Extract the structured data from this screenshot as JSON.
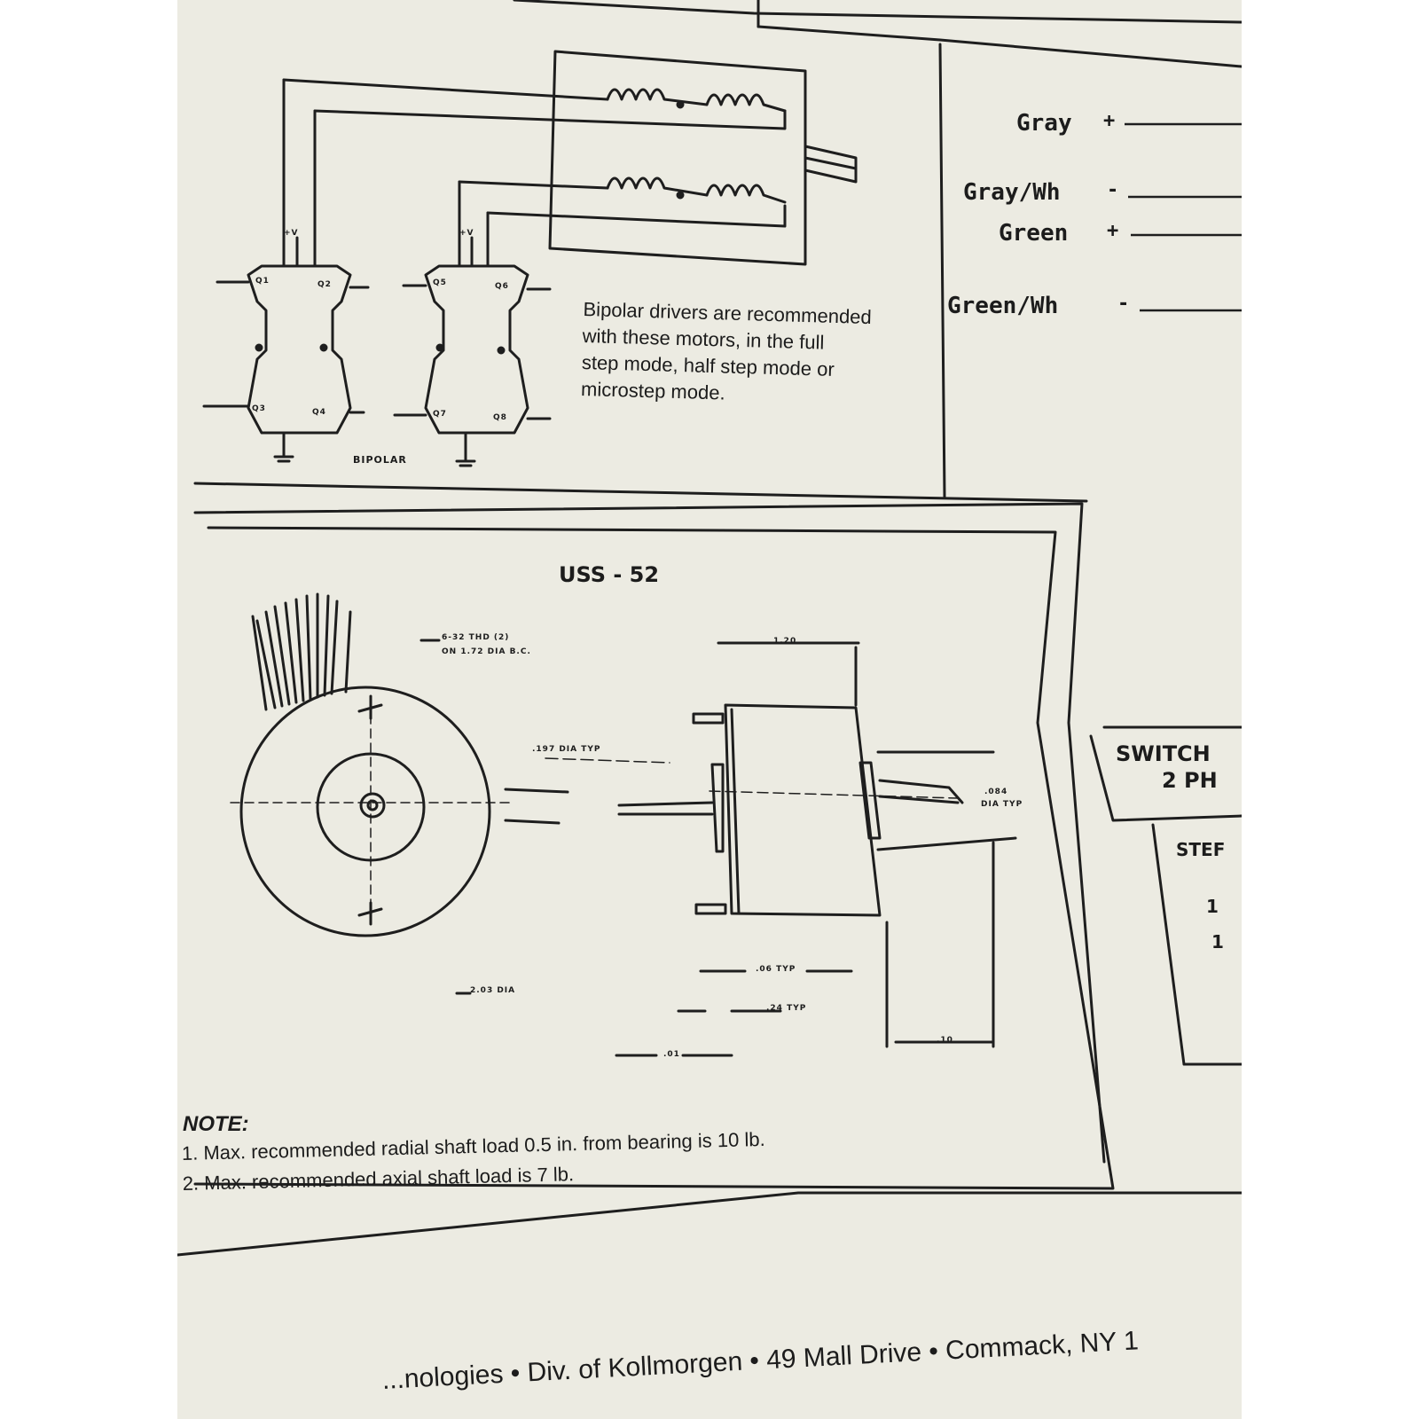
{
  "wire_labels": {
    "gray": "Gray",
    "gray_sign": "+",
    "gray_wh": "Gray/Wh",
    "gray_wh_sign": "-",
    "green": "Green",
    "green_sign": "+",
    "green_wh": "Green/Wh",
    "green_wh_sign": "-"
  },
  "schematic": {
    "supply_left": "+V",
    "supply_right": "+V",
    "transistors": [
      "Q1",
      "Q2",
      "Q3",
      "Q4",
      "Q5",
      "Q6",
      "Q7",
      "Q8"
    ],
    "caption": "BIPOLAR"
  },
  "recommendation": [
    "Bipolar drivers are recommended",
    "with these motors, in the full",
    "step mode, half step mode or",
    "microstep mode."
  ],
  "drawing": {
    "model": "USS - 52",
    "dim_thread": [
      "6-32 THD (2)",
      "ON 1.72 DIA B.C."
    ],
    "dim_hole": ".197 DIA TYP",
    "dim_length": "1.20",
    "dim_shaft": [
      ".084",
      "DIA TYP"
    ],
    "dim_flange1": ".06 TYP",
    "dim_flange2": ".24 TYP",
    "dim_body": "2.03 DIA",
    "dim_pilot": ".01",
    "dim_shaft_len": ".10"
  },
  "note": {
    "heading": "NOTE:",
    "items": [
      "1.  Max. recommended radial shaft load 0.5 in. from bearing is 10 lb.",
      "2.  Max. recommended axial shaft load is 7 lb."
    ]
  },
  "switching": {
    "title_line1": "SWITCH",
    "title_line2": "2 PH",
    "column_head": "STEF",
    "row1": "1",
    "row2": "1"
  },
  "footer": "...nologies • Div. of Kollmorgen • 49 Mall Drive • Commack, NY 1"
}
